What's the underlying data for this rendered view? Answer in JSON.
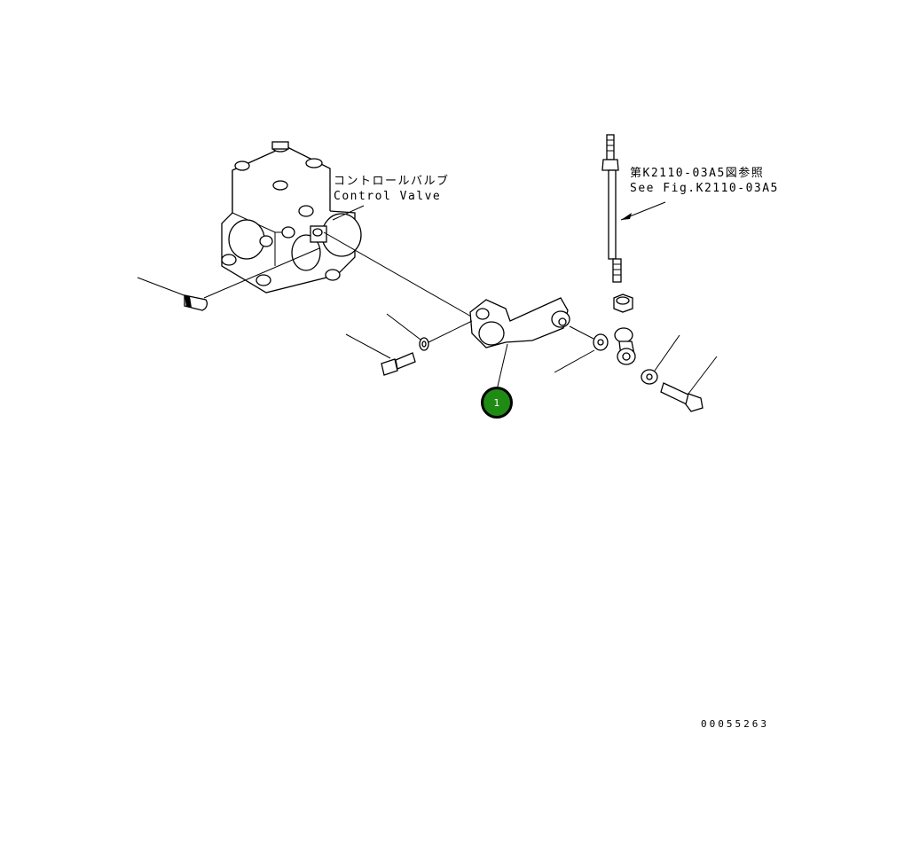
{
  "labels": {
    "control_valve_jp": "コントロールバルブ",
    "control_valve_en": "Control Valve",
    "see_fig_jp": "第K2110-03A5図参照",
    "see_fig_en": "See Fig.K2110-03A5",
    "drawing_number": "00055263"
  },
  "callouts": [
    {
      "number": "1",
      "color": "#1f8a14"
    }
  ]
}
